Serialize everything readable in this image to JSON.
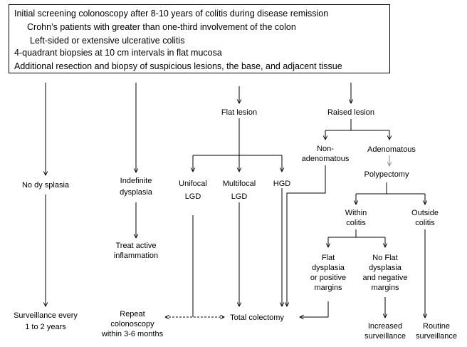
{
  "screening_box": {
    "line1": "Initial screening colonoscopy after 8-10 years of colitis during disease remission",
    "line2": "Crohn’s patients with greater than one-third involvement of the colon",
    "line3": "Left-sided or extensive ulcerative colitis",
    "line4": "4-quadrant biopsies at 10 cm intervals in flat mucosa",
    "line5": "Additional resection and biopsy of suspicious lesions, the base, and adjacent tissue"
  },
  "nodes": {
    "no_dysplasia": "No dy splasia",
    "surveillance_1_2": [
      "Surveillance every",
      "1 to 2 years"
    ],
    "indefinite": [
      "Indefinite",
      "dysplasia"
    ],
    "treat_inflammation": [
      "Treat active",
      "inflammation"
    ],
    "repeat_colonoscopy": [
      "Repeat",
      "colonoscopy",
      "within 3-6 months"
    ],
    "flat_lesion": "Flat lesion",
    "unifocal_lgd": [
      "Unifocal",
      "LGD"
    ],
    "multifocal_lgd": [
      "Multifocal",
      "LGD"
    ],
    "hgd": "HGD",
    "total_colectomy": "Total colectomy",
    "raised_lesion": "Raised lesion",
    "non_adenomatous": [
      "Non-",
      "adenomatous"
    ],
    "adenomatous": "Adenomatous",
    "polypectomy": "Polypectomy",
    "within_colitis": [
      "Within",
      "colitis"
    ],
    "outside_colitis": [
      "Outside",
      "colitis"
    ],
    "flat_dysplasia": [
      "Flat",
      "dysplasia",
      "or positive",
      "margins"
    ],
    "no_flat_dysplasia": [
      "No Flat",
      "dysplasia",
      "and negative",
      "margins"
    ],
    "increased_surveillance": [
      "Increased",
      "surveillance"
    ],
    "routine_surveillance": [
      "Routine",
      "surveillance"
    ]
  },
  "colors": {
    "line": "#000000",
    "light_arrow": "#888888"
  }
}
